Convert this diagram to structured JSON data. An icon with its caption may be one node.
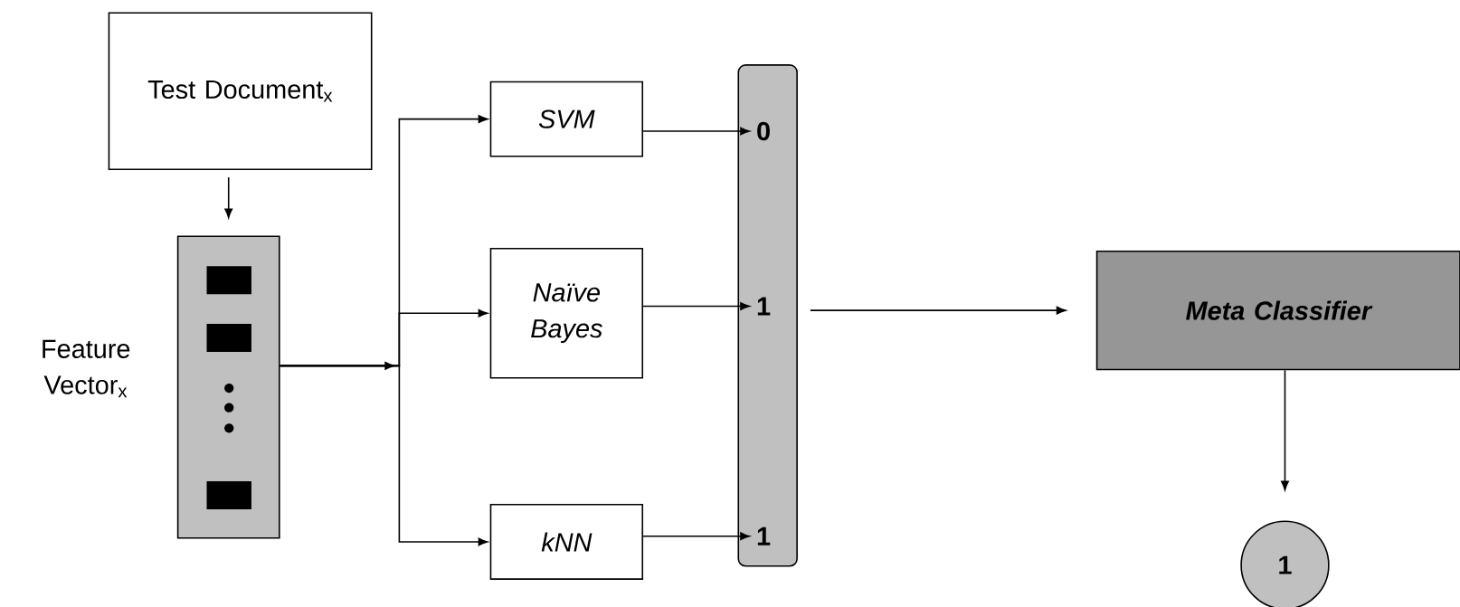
{
  "diagram": {
    "nodes": [
      {
        "text": [
          "Test Document$_{x}$"
        ]
      },
      {
        "text": [],
        "shape": "box",
        "beside": [
          "Feature Vector$_{x}$"
        ]
      },
      {
        "text": [
          "SVM"
        ]
      },
      {
        "text": [
          "Naïve Bayes"
        ]
      },
      {
        "text": [
          "kNN"
        ]
      },
      {
        "text": [],
        "shape": "bar"
      },
      {
        "text": [
          "0"
        ],
        "in": 5
      },
      {
        "text": [
          "1"
        ],
        "in": 5
      },
      {
        "text": [
          "1"
        ],
        "in": 5
      },
      {
        "text": [
          "Meta Classifier"
        ]
      },
      {
        "text": [
          "1"
        ]
      }
    ],
    "edges": [
      {
        "from": 0,
        "to": 1,
        "arrow": "to"
      },
      {
        "from": 1,
        "to": 2,
        "arrow": "to"
      },
      {
        "from": 1,
        "to": 3,
        "arrow": "to"
      },
      {
        "from": 1,
        "to": 4,
        "arrow": "to"
      },
      {
        "from": 2,
        "to": 6,
        "arrow": "to"
      },
      {
        "from": 3,
        "to": 7,
        "arrow": "to"
      },
      {
        "from": 4,
        "to": 8,
        "arrow": "to"
      },
      {
        "from": 5,
        "to": 9,
        "arrow": "to"
      },
      {
        "from": 9,
        "to": 10,
        "arrow": "to"
      }
    ]
  }
}
